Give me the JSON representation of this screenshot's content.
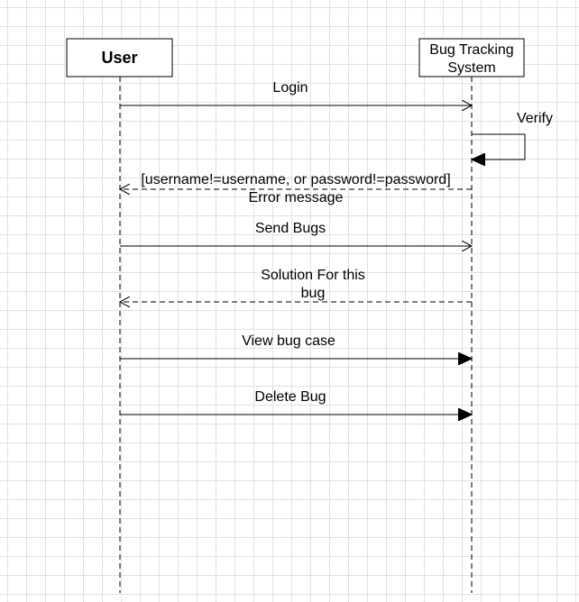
{
  "colors": {
    "line": "#000000",
    "box_fill": "#ffffff",
    "grid": "#e2e2e2"
  },
  "participants": {
    "user": {
      "label": "User"
    },
    "system": {
      "label_line1": "Bug Tracking",
      "label_line2": "System"
    }
  },
  "messages": {
    "login": {
      "label": "Login",
      "style": "solid",
      "arrow": "open",
      "direction": "user-to-system"
    },
    "verify": {
      "label": "Verify",
      "style": "solid",
      "arrow": "filled",
      "direction": "self"
    },
    "error": {
      "guard": "[username!=username, or password!=password]",
      "label": "Error message",
      "style": "dashed",
      "arrow": "open",
      "direction": "system-to-user"
    },
    "send_bugs": {
      "label": "Send Bugs",
      "style": "solid",
      "arrow": "open",
      "direction": "user-to-system"
    },
    "solution": {
      "label_line1": "Solution For this",
      "label_line2": "bug",
      "style": "dashed",
      "arrow": "open",
      "direction": "system-to-user"
    },
    "view_bug_case": {
      "label": "View bug case",
      "style": "solid",
      "arrow": "filled",
      "direction": "user-to-system"
    },
    "delete_bug": {
      "label": "Delete Bug",
      "style": "solid",
      "arrow": "filled",
      "direction": "user-to-system"
    }
  }
}
